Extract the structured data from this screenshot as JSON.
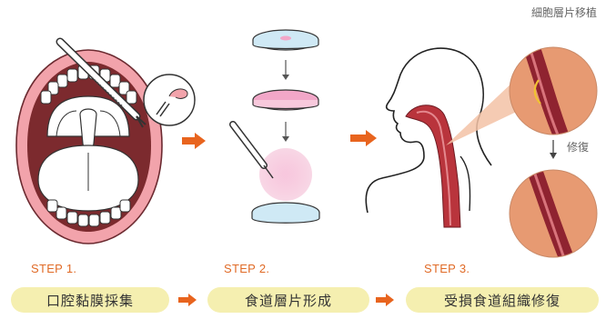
{
  "title": "細胞層片移植",
  "repair_label": "修復",
  "steps": [
    {
      "number": "STEP 1.",
      "label": "口腔黏膜採集"
    },
    {
      "number": "STEP 2.",
      "label": "食道層片形成"
    },
    {
      "number": "STEP 3.",
      "label": "受損食道組織修復"
    }
  ],
  "colors": {
    "accent": "#e8641e",
    "pill": "#f5efb0",
    "lips": "#f2a3ab",
    "tissue": "#e79a72",
    "esophagus": "#b9343c",
    "dish": "#cfe9f5",
    "sheet": "#f2a7c8"
  },
  "icons": [
    "mouth-illustration",
    "forceps-icon",
    "petri-dish-icon",
    "syringe-icon",
    "head-profile-icon",
    "esophagus-tissue-icon",
    "down-arrow-icon",
    "right-arrow-icon"
  ]
}
